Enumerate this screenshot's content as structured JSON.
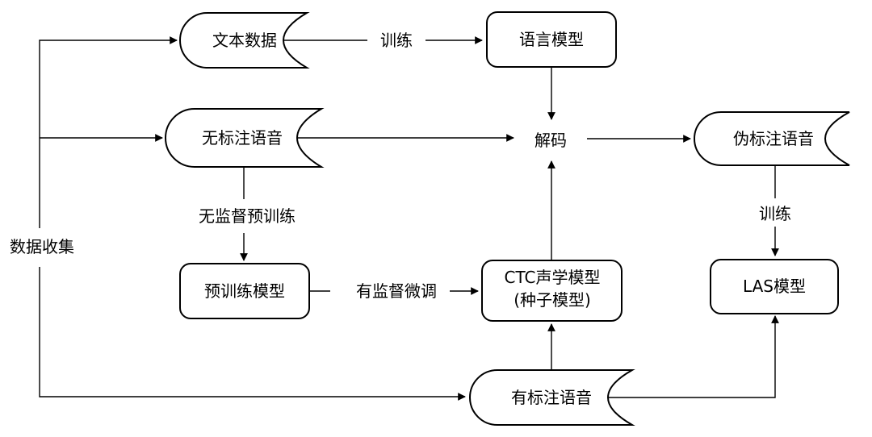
{
  "diagram": {
    "background_color": "#ffffff",
    "stroke_color": "#000000",
    "text_color": "#000000",
    "nodes": {
      "text_data": {
        "label": "文本数据",
        "shape": "stored-data"
      },
      "language_model": {
        "label": "语言模型",
        "shape": "rounded-rect"
      },
      "unlabeled_speech": {
        "label": "无标注语音",
        "shape": "stored-data"
      },
      "decode": {
        "label": "解码",
        "shape": "plain-text"
      },
      "pseudo_labeled_speech": {
        "label": "伪标注语音",
        "shape": "stored-data"
      },
      "pretrained_model": {
        "label": "预训练模型",
        "shape": "rounded-rect"
      },
      "ctc_acoustic_model": {
        "label_line1": "CTC声学模型",
        "label_line2": "(种子模型)",
        "shape": "rounded-rect"
      },
      "las_model": {
        "label": "LAS模型",
        "shape": "rounded-rect"
      },
      "labeled_speech": {
        "label": "有标注语音",
        "shape": "stored-data"
      }
    },
    "labels": {
      "data_collection": "数据收集",
      "train_lm": "训练",
      "unsupervised_pretraining": "无监督预训练",
      "supervised_finetuning": "有监督微调",
      "train_las": "训练"
    },
    "edges": [
      {
        "from": "data_collection",
        "to": "text_data"
      },
      {
        "from": "data_collection",
        "to": "unlabeled_speech"
      },
      {
        "from": "data_collection",
        "to": "labeled_speech"
      },
      {
        "from": "text_data",
        "to": "language_model",
        "label": "训练"
      },
      {
        "from": "language_model",
        "to": "decode"
      },
      {
        "from": "unlabeled_speech",
        "to": "decode"
      },
      {
        "from": "decode",
        "to": "pseudo_labeled_speech"
      },
      {
        "from": "unlabeled_speech",
        "to": "pretrained_model",
        "label": "无监督预训练"
      },
      {
        "from": "pretrained_model",
        "to": "ctc_acoustic_model",
        "label": "有监督微调"
      },
      {
        "from": "ctc_acoustic_model",
        "to": "decode"
      },
      {
        "from": "labeled_speech",
        "to": "ctc_acoustic_model"
      },
      {
        "from": "pseudo_labeled_speech",
        "to": "las_model",
        "label": "训练"
      },
      {
        "from": "labeled_speech",
        "to": "las_model"
      }
    ]
  }
}
